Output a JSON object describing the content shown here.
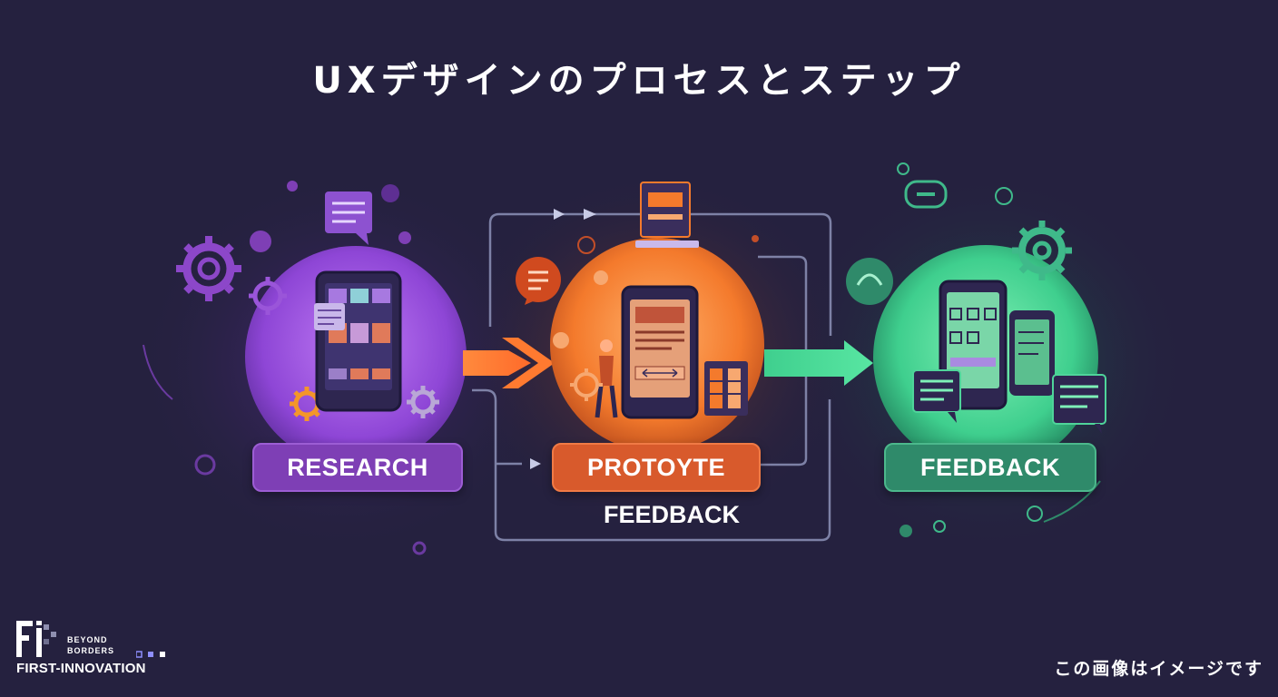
{
  "title": "UXデザインのプロセスとステップ",
  "stages": [
    {
      "label": "RESEARCH",
      "color": "#7e3fb5"
    },
    {
      "label": "PROTOYTE",
      "color": "#d85a2c"
    },
    {
      "label": "FEEDBACK",
      "color": "#2f8a6a"
    }
  ],
  "loop_label": "FEEDBACK",
  "caption": "この画像はイメージです",
  "logo": {
    "mark": "FI",
    "tagline_1": "BEYOND",
    "tagline_2": "BORDERS",
    "name": "FIRST-INNOVATION"
  },
  "colors": {
    "background": "#25213f",
    "research": "#9b4fe0",
    "prototype": "#f47a2c",
    "feedback": "#3fcf8e",
    "connector": "#8d92b8"
  },
  "icons": [
    "gear-icon",
    "chat-bubble-icon",
    "phone-icon",
    "arrow-right-icon",
    "monitor-icon",
    "person-icon",
    "headset-icon"
  ]
}
